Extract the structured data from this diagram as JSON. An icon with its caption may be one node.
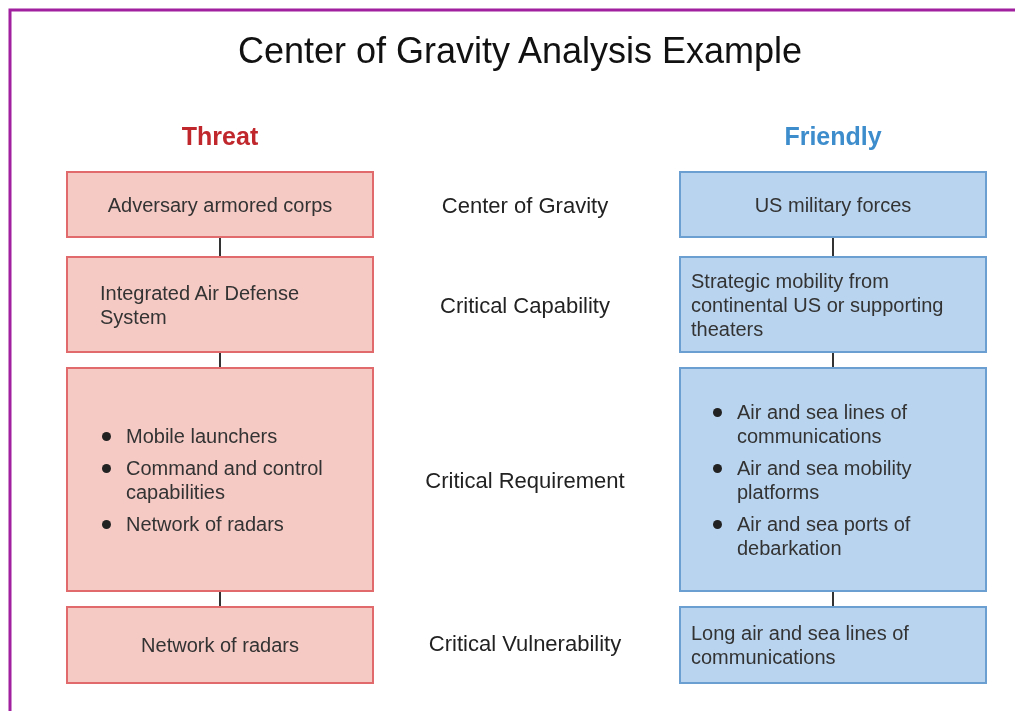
{
  "diagram": {
    "title": "Center of Gravity Analysis Example",
    "nodes": [
      {
        "text": [
          "Adversary armored corps"
        ]
      },
      {
        "text": [
          "Integrated Air Defense System"
        ]
      },
      {
        "text": [
          "Mobile launchers",
          "Command and control capabilities",
          "Network of radars"
        ]
      },
      {
        "text": [
          "Network of radars"
        ]
      },
      {
        "text": [
          "US military forces"
        ]
      },
      {
        "text": [
          "Strategic mobility from continental US or supporting theaters"
        ]
      },
      {
        "text": [
          "Air and sea lines of communications",
          "Air and sea mobility platforms",
          "Air and sea ports of debarkation"
        ]
      },
      {
        "text": [
          "Long air and sea lines of communications"
        ]
      }
    ],
    "edges": [
      {
        "from": 0,
        "to": 1,
        "arrow": "none"
      },
      {
        "from": 1,
        "to": 2,
        "arrow": "none"
      },
      {
        "from": 2,
        "to": 3,
        "arrow": "none"
      },
      {
        "from": 4,
        "to": 5,
        "arrow": "none"
      },
      {
        "from": 5,
        "to": 6,
        "arrow": "none"
      },
      {
        "from": 6,
        "to": 7,
        "arrow": "none"
      }
    ],
    "labels": [
      "Threat",
      "Friendly",
      "Center of Gravity",
      "Critical Capability",
      "Critical Requirement",
      "Critical Vulnerability"
    ]
  }
}
